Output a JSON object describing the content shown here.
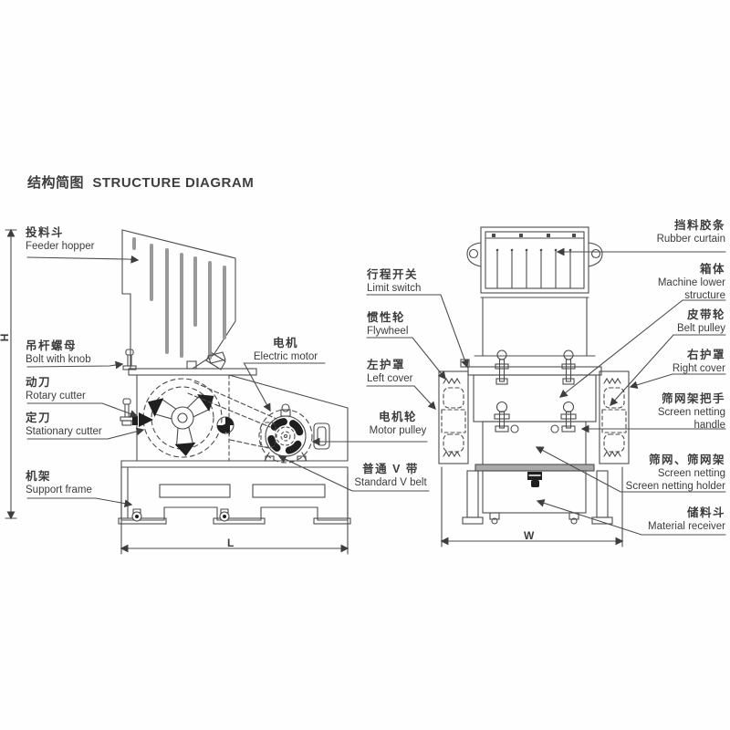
{
  "title": {
    "zh": "结构简图",
    "en": "STRUCTURE DIAGRAM"
  },
  "labels": {
    "feeder_hopper": {
      "zh": "投料斗",
      "en": "Feeder hopper"
    },
    "bolt_with_knob": {
      "zh": "吊杆螺母",
      "en": "Bolt with knob"
    },
    "rotary_cutter": {
      "zh": "动刀",
      "en": "Rotary cutter"
    },
    "stationary_cutter": {
      "zh": "定刀",
      "en": "Stationary cutter"
    },
    "support_frame": {
      "zh": "机架",
      "en": "Support frame"
    },
    "electric_motor": {
      "zh": "电机",
      "en": "Electric motor"
    },
    "limit_switch": {
      "zh": "行程开关",
      "en": "Limit switch"
    },
    "flywheel": {
      "zh": "惯性轮",
      "en": "Flywheel"
    },
    "left_cover": {
      "zh": "左护罩",
      "en": "Left cover"
    },
    "motor_pulley": {
      "zh": "电机轮",
      "en": "Motor pulley"
    },
    "standard_v_belt": {
      "zh": "普通 V 带",
      "en": "Standard V belt"
    },
    "rubber_curtain": {
      "zh": "挡料胶条",
      "en": "Rubber curtain"
    },
    "machine_lower_structure": {
      "zh": "箱体",
      "en1": "Machine lower",
      "en2": "structure"
    },
    "belt_pulley": {
      "zh": "皮带轮",
      "en": "Belt pulley"
    },
    "right_cover": {
      "zh": "右护罩",
      "en": "Right cover"
    },
    "screen_netting_handle": {
      "zh": "筛网架把手",
      "en1": "Screen netting",
      "en2": "handle"
    },
    "screen_netting_holder": {
      "zh": "筛网、筛网架",
      "en1": "Screen netting",
      "en2": "Screen netting holder"
    },
    "material_receiver": {
      "zh": "储料斗",
      "en": "Material receiver"
    }
  },
  "dimensions": {
    "height": "H",
    "length": "L",
    "width": "W"
  },
  "colors": {
    "line": "#4c4c4c",
    "text": "#3c3c3c",
    "dark_fill": "#1f1f1f",
    "slot_gray": "#999999",
    "plate_gray": "#a9a9a9"
  }
}
